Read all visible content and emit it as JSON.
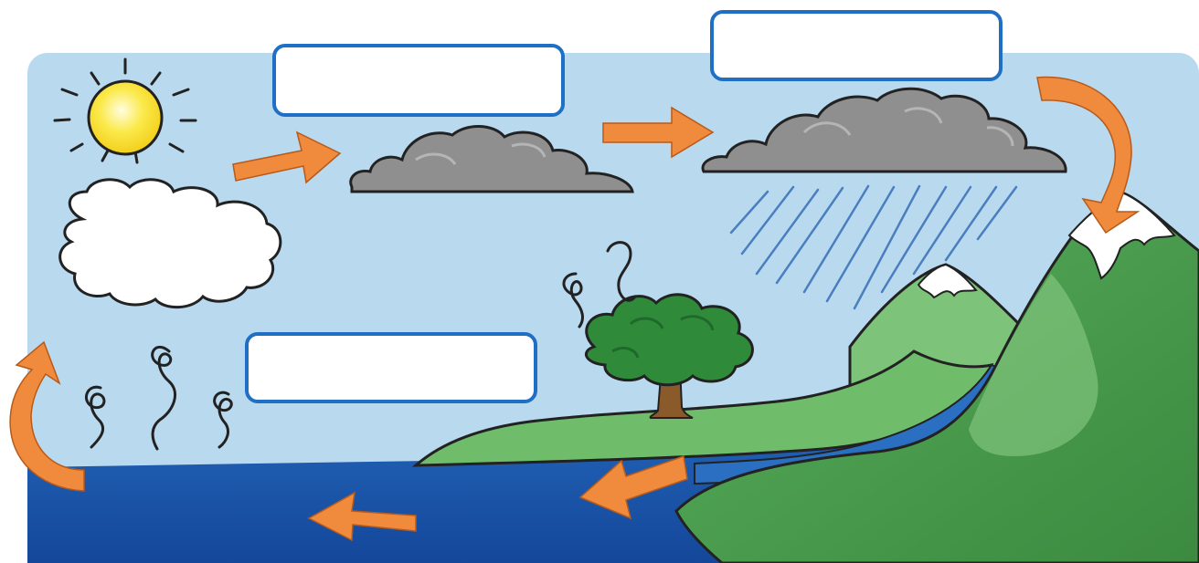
{
  "diagram": {
    "labels": [
      {
        "id": "label-1",
        "text": ""
      },
      {
        "id": "label-2",
        "text": ""
      },
      {
        "id": "label-3",
        "text": ""
      }
    ]
  },
  "colors": {
    "sky": "#b9d9ef",
    "sea": "#1c5bb0",
    "sea_light": "#2f7fd0",
    "land": "#6fbd6a",
    "land_dark": "#3f8f43",
    "snow": "#ffffff",
    "cloud_grey": "#8c8c8c",
    "cloud_white": "#ffffff",
    "sun": "#f7e13a",
    "arrow": "#f08a3c",
    "rain": "#4a7fbf",
    "box_border": "#1f6fc4"
  },
  "icons": [
    "sun-icon",
    "white-cloud-icon",
    "grey-cloud-icon",
    "rain-cloud-icon",
    "tree-icon",
    "mountain-icon",
    "vapor-swirl-icon",
    "flow-arrow-icon"
  ]
}
